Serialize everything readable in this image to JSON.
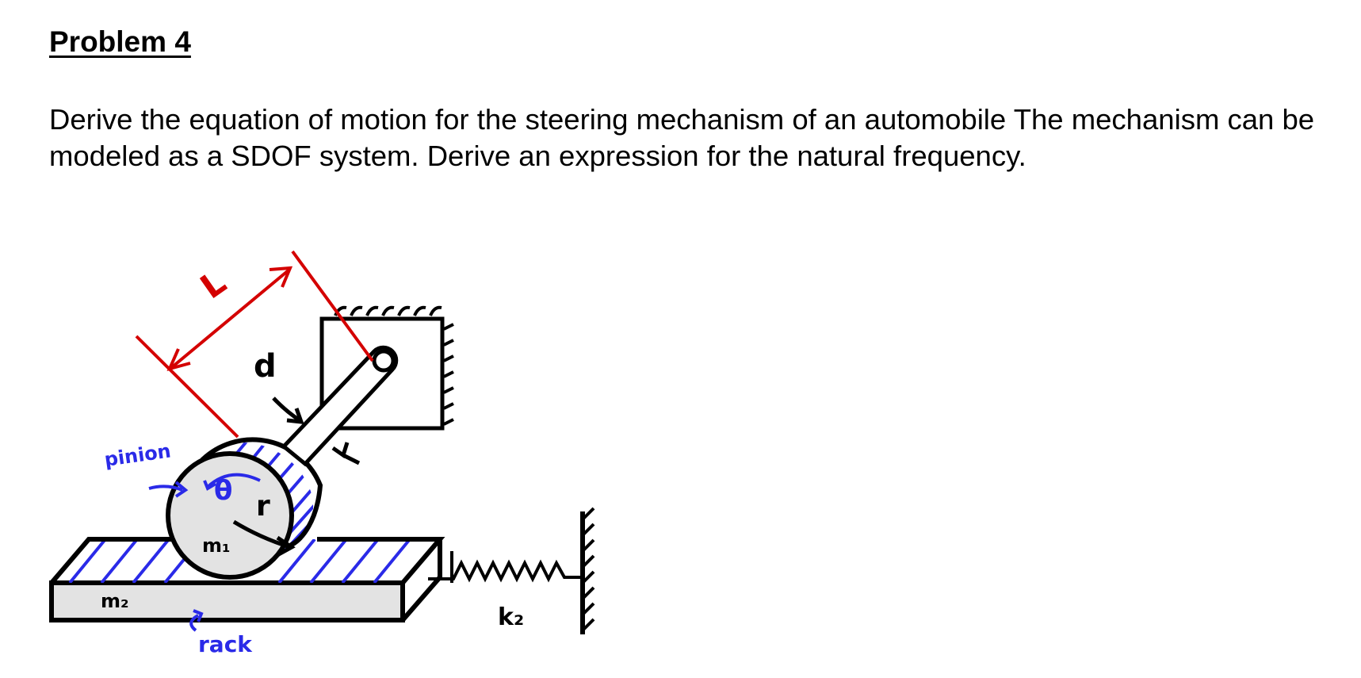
{
  "problem": {
    "title": "Problem 4",
    "statement": "Derive the equation of motion for the steering mechanism of an automobile The mechanism can be modeled as a SDOF system. Derive an expression for the natural frequency."
  },
  "diagram": {
    "labels": {
      "length": "L",
      "diameter": "d",
      "pinion": "pinion",
      "angle": "θ",
      "radius": "r",
      "pinion_mass": "m₁",
      "rack_mass": "m₂",
      "rack": "rack",
      "spring": "k₂"
    },
    "colors": {
      "dimension": "#d40000",
      "annotation": "#2a2ae8",
      "outline": "#000000",
      "fill": "#e3e3e3"
    }
  }
}
